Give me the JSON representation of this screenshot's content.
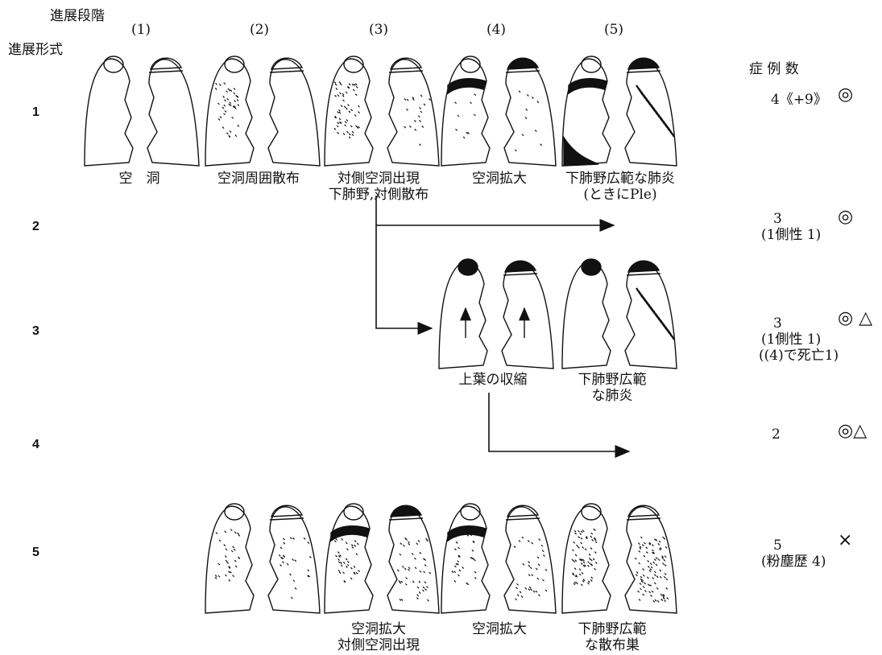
{
  "header": {
    "stage_axis": "進展段階",
    "pattern_axis": "進展形式",
    "cases_header": "症 例 数",
    "stages": [
      "(1)",
      "(2)",
      "(3)",
      "(4)",
      "(5)"
    ]
  },
  "rows": [
    {
      "label": "1",
      "cases": [
        "4《+9》"
      ],
      "marks": "◎"
    },
    {
      "label": "2",
      "cases": [
        "3",
        "(1側性 1)"
      ],
      "marks": "◎"
    },
    {
      "label": "3",
      "cases": [
        "3",
        "(1側性 1)",
        "((4)で死亡1)"
      ],
      "marks": "◎ △"
    },
    {
      "label": "4",
      "cases": [
        "2"
      ],
      "marks": "◎△"
    },
    {
      "label": "5",
      "cases": [
        "5",
        "(粉塵歴 4)"
      ],
      "marks": "×"
    }
  ],
  "captions": {
    "r1_s1": "空　洞",
    "r1_s2": "空洞周囲散布",
    "r1_s3": [
      "対側空洞出現",
      "下肺野,対側散布"
    ],
    "r1_s4": "空洞拡大",
    "r1_s5": [
      "下肺野広範な肺炎",
      "(ときにPle)"
    ],
    "r3_a": "上葉の収縮",
    "r3_b": [
      "下肺野広範",
      "な肺炎"
    ],
    "r5_s3": [
      "空洞拡大",
      "対側空洞出現"
    ],
    "r5_s4": "空洞拡大",
    "r5_s5": [
      "下肺野広範",
      "な散布巣"
    ]
  }
}
